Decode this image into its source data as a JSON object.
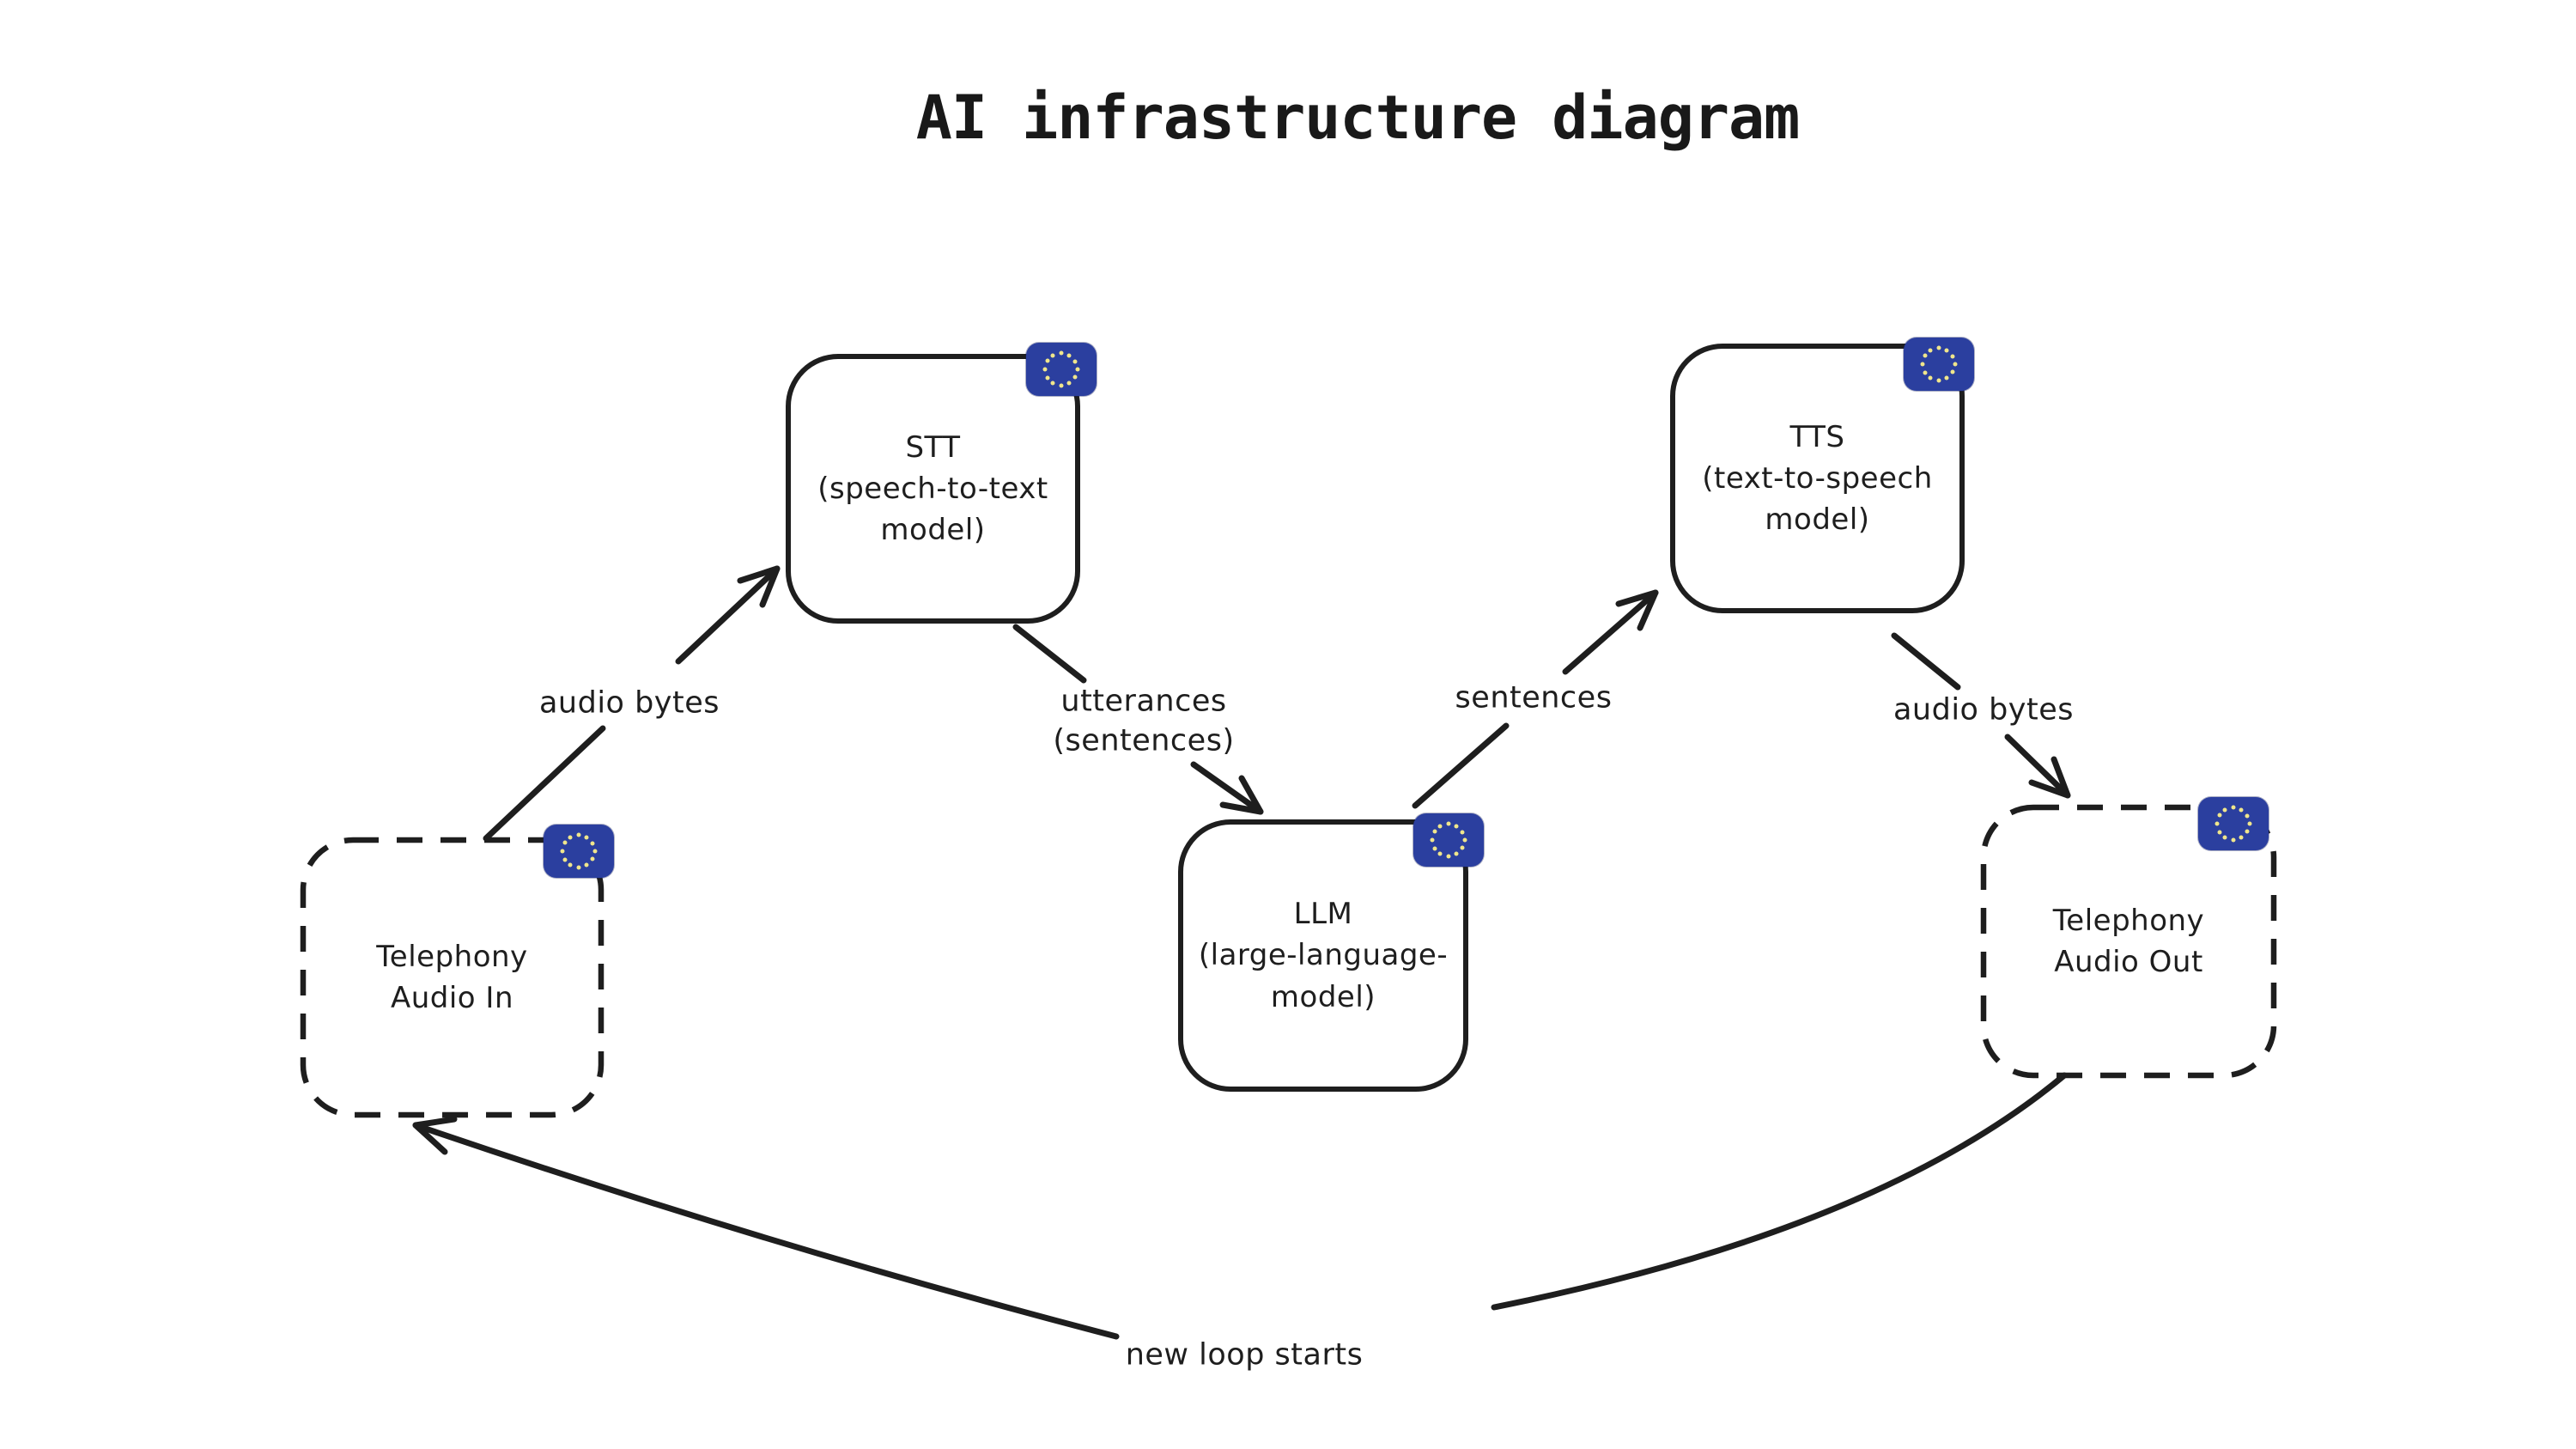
{
  "title": "AI infrastructure diagram",
  "colors": {
    "ink": "#1e1e1e",
    "badge_blue": "#2b3f9f",
    "star_yellow": "#f0e68c",
    "background": "#ffffff"
  },
  "icons": {
    "node_badge": "eu-flag-icon"
  },
  "nodes": [
    {
      "id": "telephony-audio-in",
      "label": "Telephony\nAudio In",
      "border": "dashed"
    },
    {
      "id": "stt",
      "label": "STT\n(speech-to-text\nmodel)",
      "border": "solid"
    },
    {
      "id": "llm",
      "label": "LLM\n(large-language-\nmodel)",
      "border": "solid"
    },
    {
      "id": "tts",
      "label": "TTS\n(text-to-speech\nmodel)",
      "border": "solid"
    },
    {
      "id": "telephony-audio-out",
      "label": "Telephony\nAudio Out",
      "border": "dashed"
    }
  ],
  "edges": [
    {
      "from": "telephony-audio-in",
      "to": "stt",
      "label": "audio bytes"
    },
    {
      "from": "stt",
      "to": "llm",
      "label": "utterances\n(sentences)"
    },
    {
      "from": "llm",
      "to": "tts",
      "label": "sentences"
    },
    {
      "from": "tts",
      "to": "telephony-audio-out",
      "label": "audio bytes"
    },
    {
      "from": "telephony-audio-out",
      "to": "telephony-audio-in",
      "label": "new loop starts"
    }
  ]
}
